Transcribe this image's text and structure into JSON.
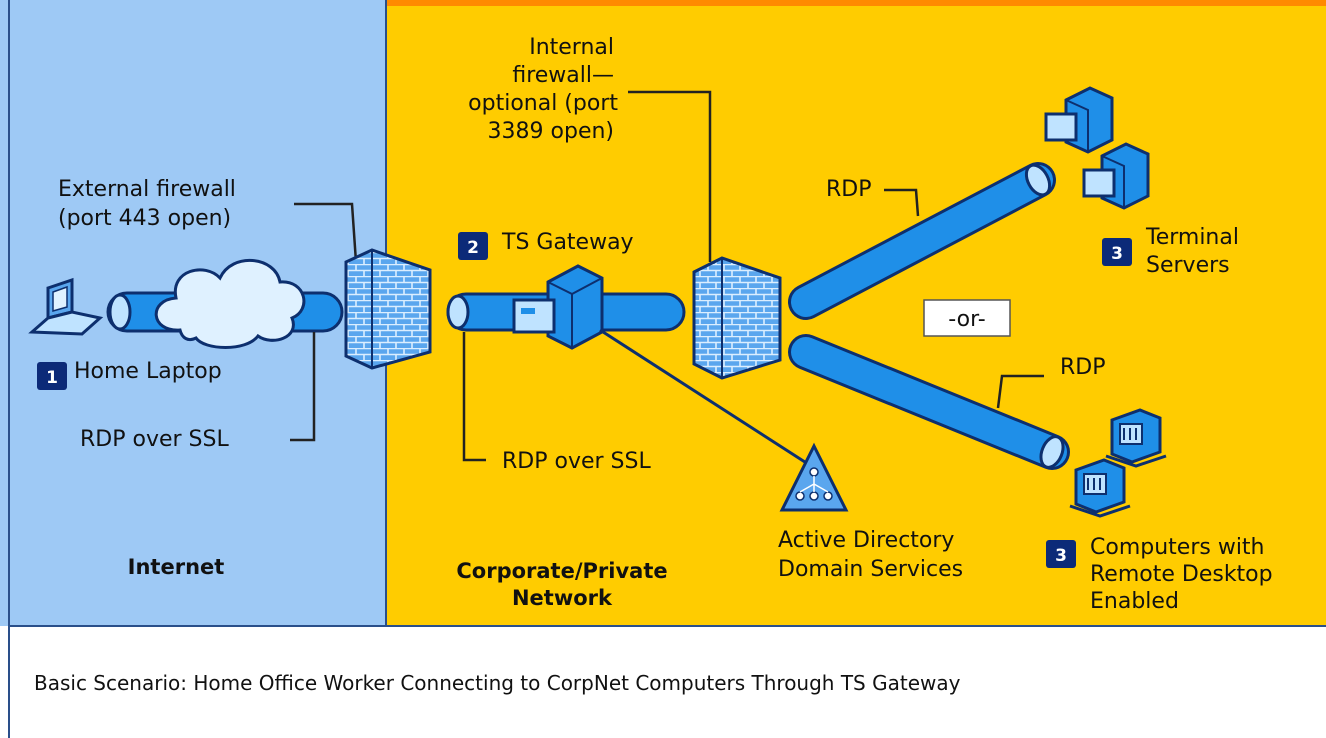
{
  "colors": {
    "internet_zone": "#9ec9f5",
    "corporate_zone": "#ffcc00",
    "pipe": "#1f8fe8",
    "pipe_outline": "#0d2f6e",
    "badge": "#0c2a78",
    "firewall": "#5aa6ee",
    "border": "#2a4f8a",
    "top_strip": "#ff8a00"
  },
  "icons": {
    "laptop": "laptop-icon",
    "cloud": "cloud-icon",
    "firewall": "firewall-icon",
    "server": "server-icon",
    "desktop": "desktop-computer-icon",
    "directory": "directory-triangle-icon"
  },
  "zones": {
    "internet": "Internet",
    "corporate_line1": "Corporate/Private",
    "corporate_line2": "Network"
  },
  "labels": {
    "external_firewall_line1": "External firewall",
    "external_firewall_line2": "(port 443 open)",
    "home_laptop": "Home Laptop",
    "rdp_over_ssl_internet": "RDP over SSL",
    "ts_gateway": "TS Gateway",
    "rdp_over_ssl_corp": "RDP over  SSL",
    "internal_firewall_line1": "Internal",
    "internal_firewall_line2": "firewall—",
    "internal_firewall_line3": "optional (port",
    "internal_firewall_line4": "3389 open)",
    "rdp_upper": "RDP",
    "rdp_lower": "RDP",
    "or": "-or-",
    "terminal_servers_line1": "Terminal",
    "terminal_servers_line2": "Servers",
    "computers_line1": "Computers with",
    "computers_line2": "Remote Desktop",
    "computers_line3": "Enabled",
    "active_directory_line1": "Active Directory",
    "active_directory_line2": "Domain Services"
  },
  "badges": {
    "laptop": "1",
    "gateway": "2",
    "servers": "3",
    "computers": "3"
  },
  "caption": "Basic Scenario: Home Office Worker Connecting to CorpNet Computers Through TS Gateway"
}
